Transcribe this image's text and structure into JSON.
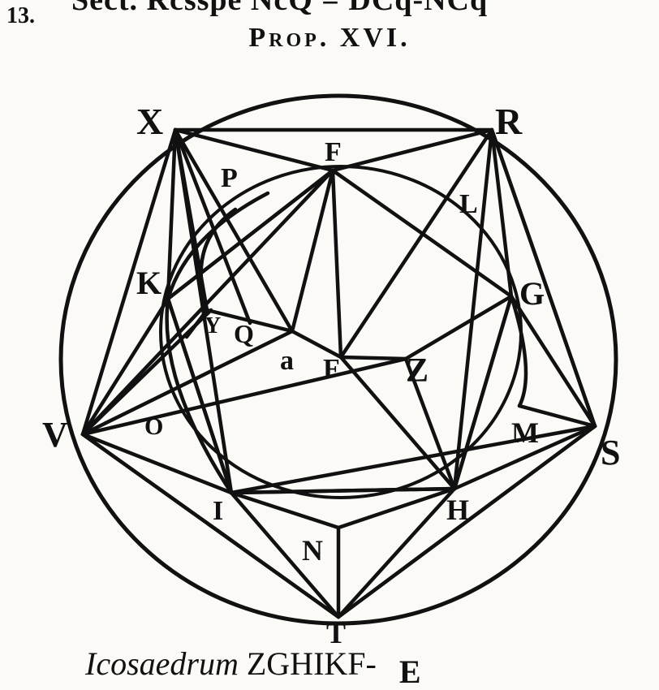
{
  "page": {
    "margin_number": "13.",
    "header_partial": "Sect. Rcsspe NcQ = DCq-NCq",
    "prop_word": "Prop.",
    "prop_numeral": "XVI."
  },
  "figure": {
    "point_labels": {
      "X": "X",
      "R": "R",
      "F": "F",
      "P": "P",
      "L": "L",
      "K": "K",
      "G": "G",
      "Y": "Y",
      "Q": "Q",
      "a": "a",
      "Fc": "F",
      "Z": "Z",
      "V": "V",
      "O": "O",
      "M": "M",
      "S": "S",
      "I": "I",
      "H": "H",
      "N": "N",
      "T": "T"
    }
  },
  "caption": {
    "italic": "Icosaedrum",
    "upright": "ZGHIKF-",
    "tail": "E"
  }
}
